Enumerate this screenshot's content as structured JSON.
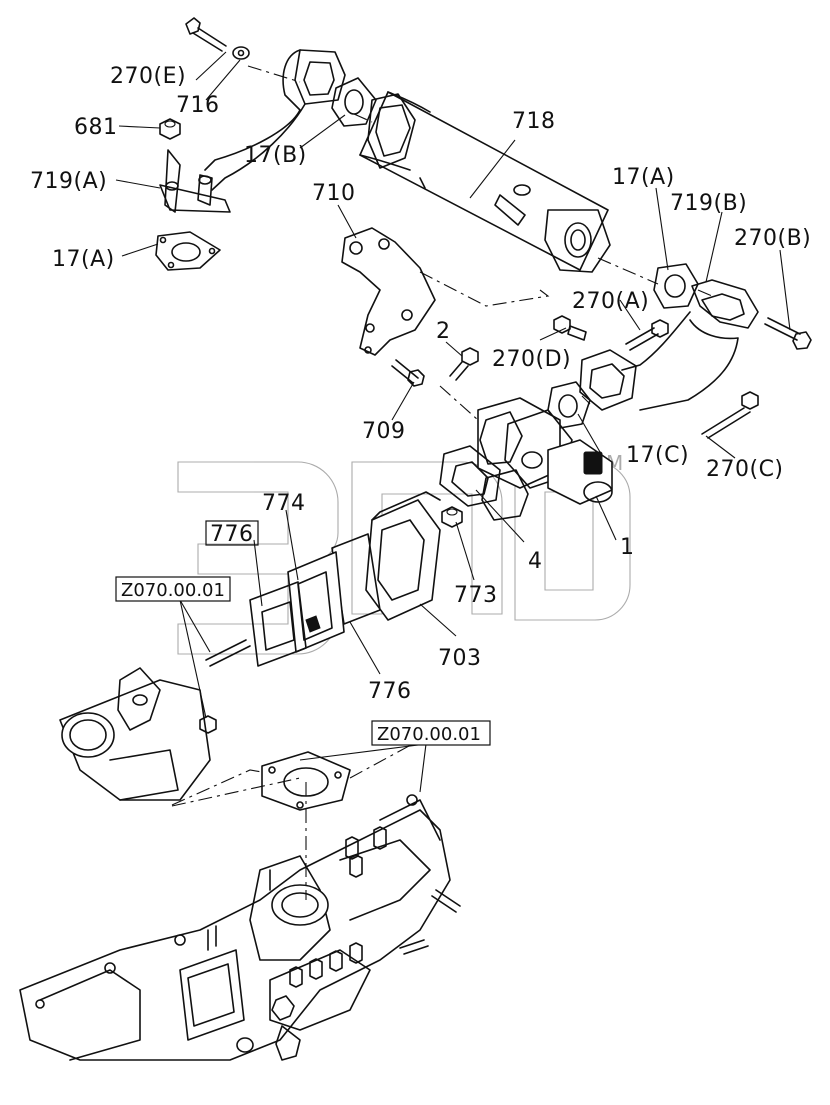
{
  "callouts": {
    "c270E": "270(E)",
    "c716": "716",
    "c681": "681",
    "c719A": "719(A)",
    "c17A_left": "17(A)",
    "c17B": "17(B)",
    "c718": "718",
    "c710": "710",
    "c17A_right": "17(A)",
    "c719B": "719(B)",
    "c270B": "270(B)",
    "c270A": "270(A)",
    "c2": "2",
    "c270D": "270(D)",
    "c709": "709",
    "c17C": "17(C)",
    "c270C": "270(C)",
    "c774": "774",
    "c776_top": "776",
    "c4": "4",
    "c1": "1",
    "c773": "773",
    "c703": "703",
    "c776_bottom": "776"
  },
  "references": {
    "ref_upper": "Z070.00.01",
    "ref_lower": "Z070.00.01"
  },
  "watermark": {
    "mark": "M"
  }
}
